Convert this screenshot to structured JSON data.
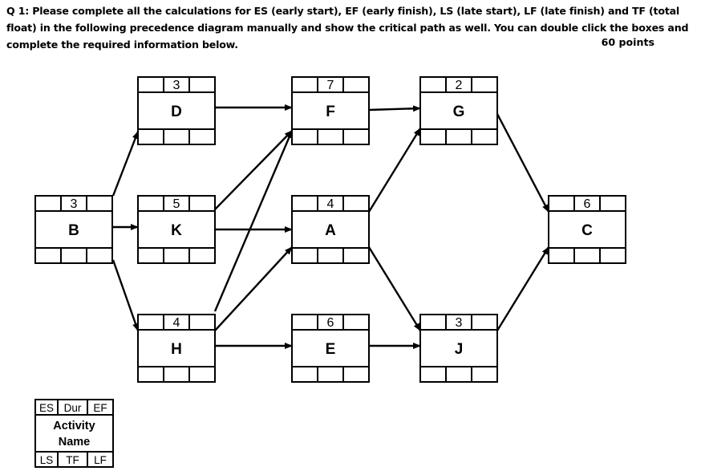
{
  "question": {
    "text": "Q 1: Please complete all the calculations for ES (early start), EF (early finish), LS (late start), LF (late finish) and TF (total float) in the following precedence diagram manually and show the critical path as well.   You can double click the boxes and complete the required information below.",
    "points": "60 points"
  },
  "nodes": [
    {
      "id": "D",
      "name": "D",
      "duration": "3"
    },
    {
      "id": "F",
      "name": "F",
      "duration": "7"
    },
    {
      "id": "G",
      "name": "G",
      "duration": "2"
    },
    {
      "id": "B",
      "name": "B",
      "duration": "3"
    },
    {
      "id": "K",
      "name": "K",
      "duration": "5"
    },
    {
      "id": "A",
      "name": "A",
      "duration": "4"
    },
    {
      "id": "C",
      "name": "C",
      "duration": "6"
    },
    {
      "id": "H",
      "name": "H",
      "duration": "4"
    },
    {
      "id": "E",
      "name": "E",
      "duration": "6"
    },
    {
      "id": "J",
      "name": "J",
      "duration": "3"
    }
  ],
  "edges": [
    {
      "from": "B",
      "to": "D"
    },
    {
      "from": "B",
      "to": "K"
    },
    {
      "from": "B",
      "to": "H"
    },
    {
      "from": "D",
      "to": "F"
    },
    {
      "from": "K",
      "to": "F"
    },
    {
      "from": "K",
      "to": "A"
    },
    {
      "from": "H",
      "to": "F"
    },
    {
      "from": "H",
      "to": "A"
    },
    {
      "from": "H",
      "to": "E"
    },
    {
      "from": "F",
      "to": "G"
    },
    {
      "from": "A",
      "to": "G"
    },
    {
      "from": "A",
      "to": "J"
    },
    {
      "from": "E",
      "to": "J"
    },
    {
      "from": "G",
      "to": "C"
    },
    {
      "from": "J",
      "to": "C"
    }
  ],
  "legend": {
    "es": "ES",
    "dur": "Dur",
    "ef": "EF",
    "name_line1": "Activity",
    "name_line2": "Name",
    "ls": "LS",
    "tf": "TF",
    "lf": "LF"
  }
}
